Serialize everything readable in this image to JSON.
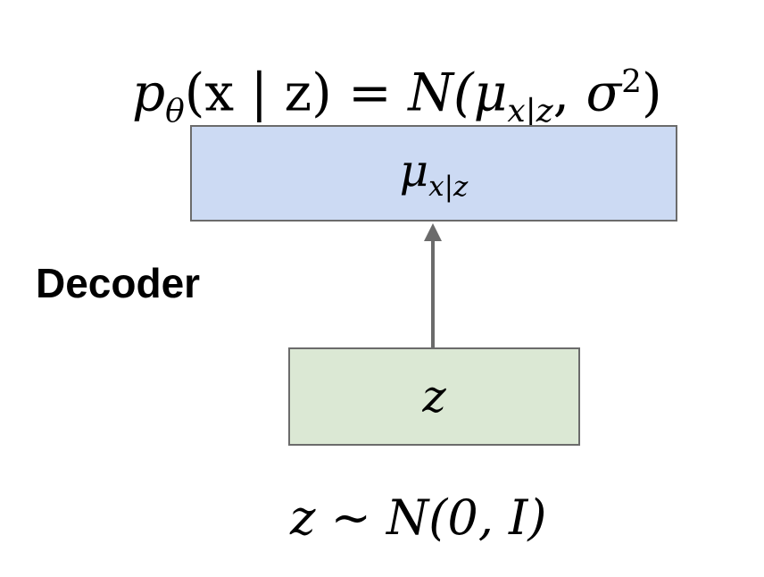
{
  "likelihood": {
    "lhs_symbol": "p",
    "lhs_subscript": "θ",
    "lhs_args": "(x | z)",
    "equals": " = ",
    "rhs_prefix": "N(",
    "rhs_mean": "μ",
    "rhs_mean_subscript": "x|z",
    "rhs_sep": ", ",
    "rhs_var": "σ",
    "rhs_var_sup": "2",
    "rhs_close": ")"
  },
  "decoder_output_box": {
    "symbol": "μ",
    "subscript": "x|z",
    "fill_color": "#ccdaf3"
  },
  "decoder_label": "Decoder",
  "latent_box": {
    "symbol": "z",
    "fill_color": "#dbe8d4"
  },
  "prior": {
    "text": "z ∼ N(0, I)"
  },
  "arrow_color": "#6b6b6b"
}
